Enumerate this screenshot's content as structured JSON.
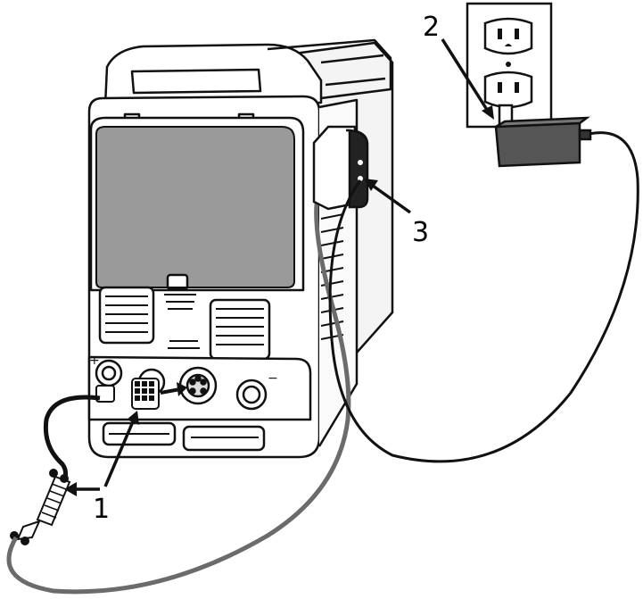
{
  "callouts": [
    {
      "id": "1",
      "text": "1"
    },
    {
      "id": "2",
      "text": "2"
    },
    {
      "id": "3",
      "text": "3"
    }
  ],
  "colors": {
    "line": "#111111",
    "window": "#9a9a9a",
    "adapter": "#555555",
    "cable_gray": "#6b6b6b",
    "panel": "#ffffff",
    "wall_plate": "#ffffff"
  },
  "icons": {
    "outlet": "duplex-outlet",
    "power_adapter": "wall-power-adapter",
    "connector": "circular-connector"
  }
}
